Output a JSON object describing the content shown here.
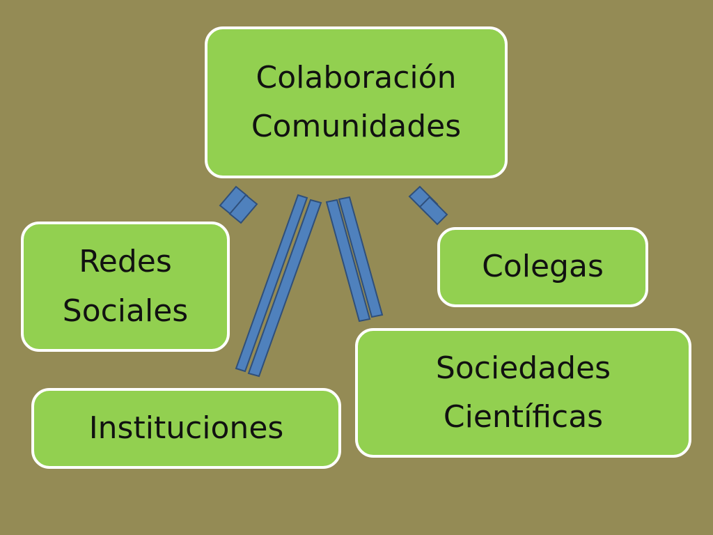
{
  "diagram": {
    "central": {
      "lines": [
        "Colaboración",
        "Comunidades"
      ]
    },
    "nodes": [
      {
        "id": "redes",
        "lines": [
          "Redes",
          "Sociales"
        ]
      },
      {
        "id": "colegas",
        "lines": [
          "Colegas"
        ]
      },
      {
        "id": "instituciones",
        "lines": [
          "Instituciones"
        ]
      },
      {
        "id": "sociedades",
        "lines": [
          "Sociedades",
          "Científicas"
        ]
      }
    ]
  },
  "colors": {
    "background": "#948B55",
    "node_fill": "#92D050",
    "node_border": "#FFFFFF",
    "connector_fill": "#4F81BD",
    "connector_border": "#2F4F7A"
  }
}
